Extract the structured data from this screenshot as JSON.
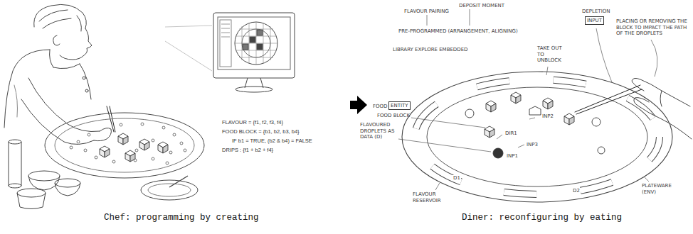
{
  "diagram": {
    "nodes": [
      {
        "text": [
          "ENTITY"
        ]
      },
      {
        "text": [
          "INPUT"
        ]
      }
    ],
    "labels": [
      "FLAVOUR = {f1, f2, f3, f4}",
      "FOOD BLOCK = {b1, b2, b3, b4}",
      "IF b1 = TRUE, (b2 & b4) = FALSE",
      "DRIPS : {f1 + b2 + f4}",
      "FLAVOUR PAIRING",
      "DEPOSIT MOMENT",
      "PRE-PROGRAMMED (ARRANGEMENT, ALIGNING)",
      "LIBRARY EXPLORE EMBEDDED",
      "TAKE OUT TO UNBLOCK",
      "DEPLETION",
      "PLACING OR REMOVING THE BLOCK TO IMPACT THE PATH OF THE DROPLETS",
      "FOOD",
      "FOOD BLOCK",
      "FLAVOURED DROPLETS AS DATA (D)",
      "DIR1",
      "INP2",
      "INP3",
      "INP1",
      "D1",
      "D2",
      "FLAVOUR RESERVOIR",
      "PLATEWARE (ENV)",
      "Chef: programming by creating",
      "Diner: reconfiguring by eating"
    ]
  }
}
